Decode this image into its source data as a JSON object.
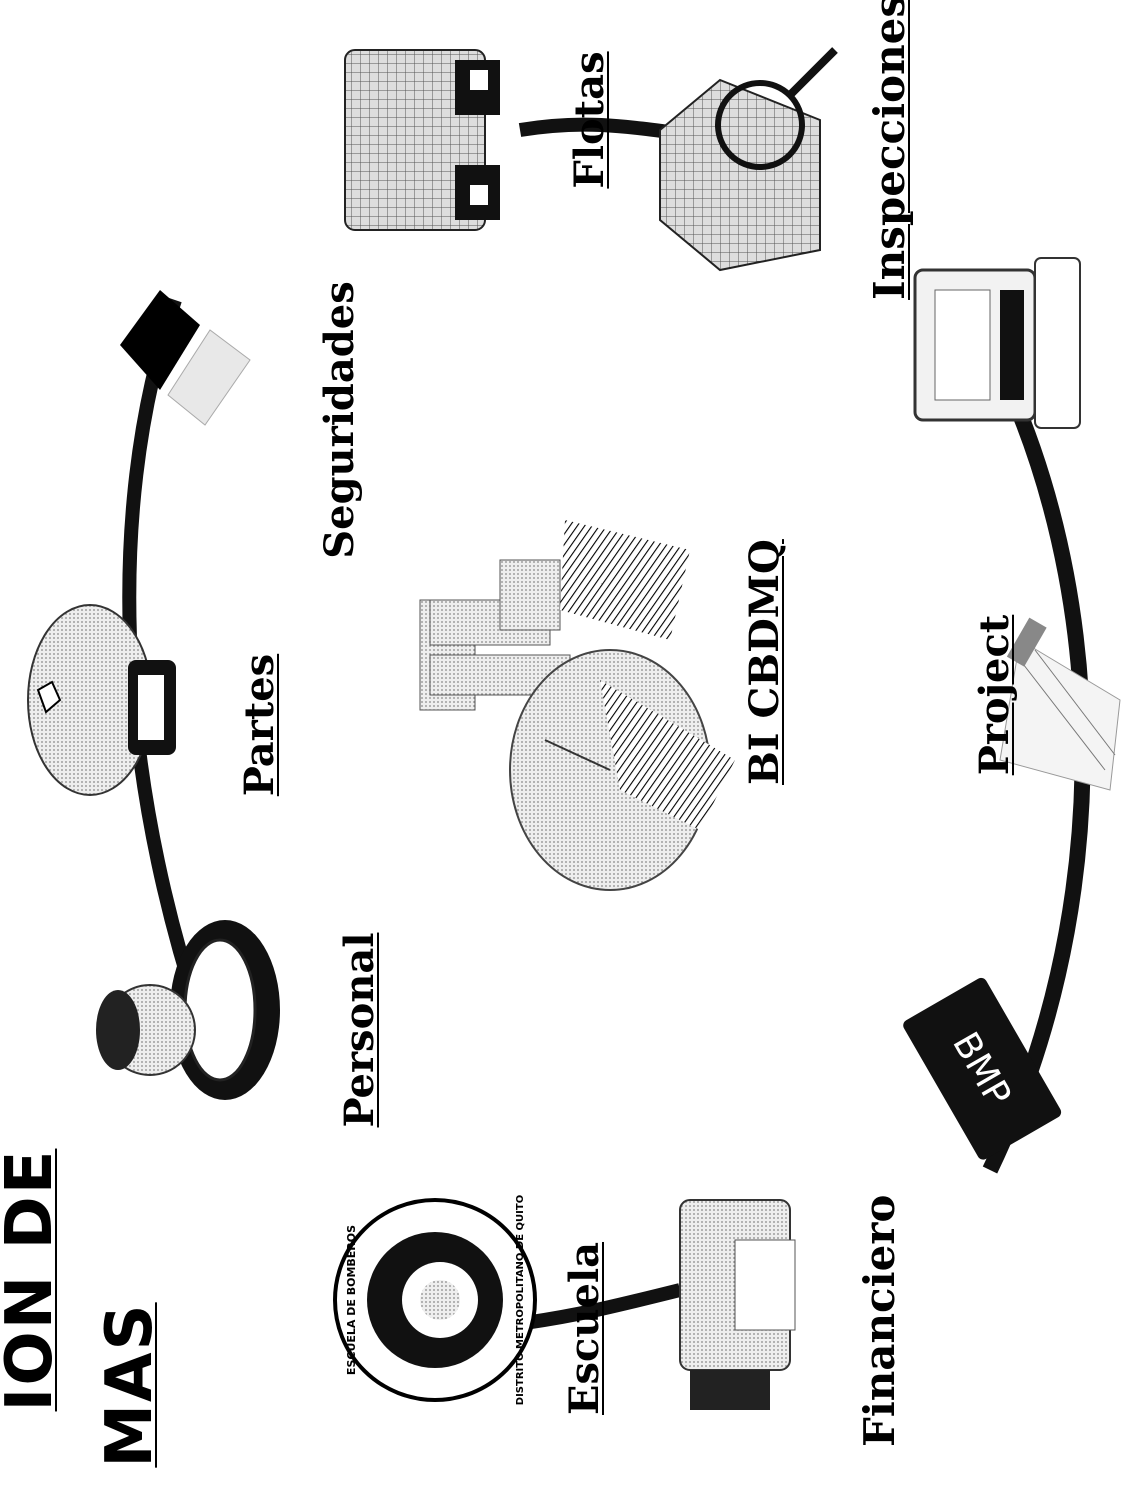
{
  "title": {
    "line1": "ION DE",
    "line2": "MAS"
  },
  "modules": {
    "seguridades": "Seguridades",
    "partes": "Partes",
    "personal": "Personal",
    "escuela": "Escuela",
    "financiero": "Financiero",
    "project": "Project",
    "inspecciones": "Inspecciones",
    "flotas": "Flotas"
  },
  "center": {
    "label": "BI CBDMQ"
  },
  "seal": {
    "top_text": "ESCUELA DE BOMBEROS",
    "bottom_text": "DISTRITO METROPOLITANO DE QUITO"
  },
  "bmp_card": {
    "text": "BMP"
  },
  "colors": {
    "ink": "#000000",
    "ring": "#111111",
    "paper": "#ffffff"
  }
}
